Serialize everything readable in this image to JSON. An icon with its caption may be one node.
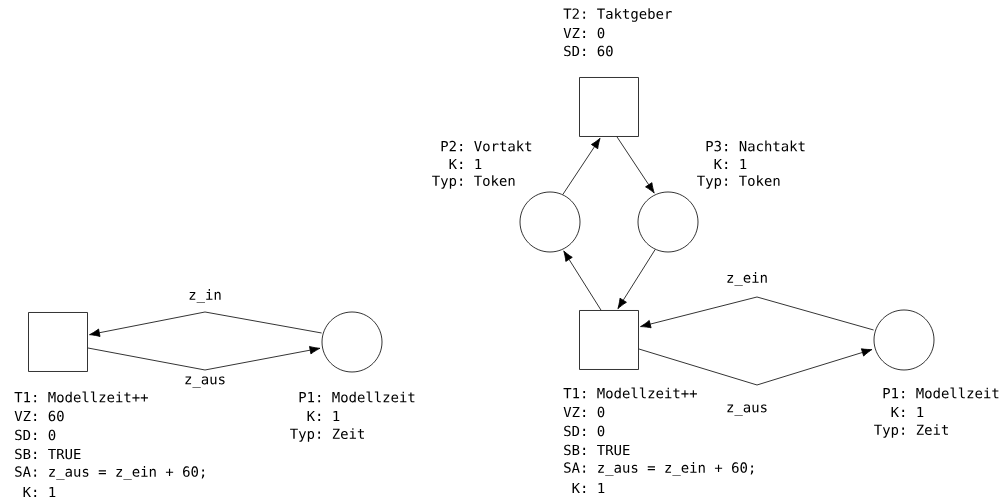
{
  "diagram": {
    "nodes": [
      {
        "text": [],
        "shape": "box",
        "beside": [
          "T1: Modellzeit++",
          "VZ: 60",
          "SD: 0",
          "SB: TRUE",
          "SA: z_aus = z_ein + 60;",
          "K: 1"
        ]
      },
      {
        "text": [],
        "shape": "circle",
        "beside": [
          "P1: Modellzeit",
          "K: 1",
          "Typ: Zeit"
        ]
      },
      {
        "text": [],
        "shape": "box",
        "beside": [
          "T2: Taktgeber",
          "VZ: 0",
          "SD: 60"
        ]
      },
      {
        "text": [],
        "shape": "circle",
        "beside": [
          "P2: Vortakt",
          "K: 1",
          "Typ: Token"
        ]
      },
      {
        "text": [],
        "shape": "circle",
        "beside": [
          "P3: Nachtakt",
          "K: 1",
          "Typ: Token"
        ]
      },
      {
        "text": [],
        "shape": "box",
        "beside": [
          "T1: Modellzeit++",
          "VZ: 0",
          "SD: 0",
          "SB: TRUE",
          "SA: z_aus = z_ein + 60;",
          "K: 1"
        ]
      },
      {
        "text": [],
        "shape": "circle",
        "beside": [
          "P1: Modellzeit",
          "K: 1",
          "Typ: Zeit"
        ]
      }
    ],
    "edges": [
      {
        "from": 1,
        "to": 0,
        "arrow": "to",
        "label": "z_in"
      },
      {
        "from": 0,
        "to": 1,
        "arrow": "to",
        "label": "z_aus"
      },
      {
        "from": 3,
        "to": 2,
        "arrow": "to"
      },
      {
        "from": 2,
        "to": 4,
        "arrow": "to"
      },
      {
        "from": 4,
        "to": 5,
        "arrow": "to"
      },
      {
        "from": 5,
        "to": 3,
        "arrow": "to"
      },
      {
        "from": 6,
        "to": 5,
        "arrow": "to",
        "label": "z_ein"
      },
      {
        "from": 5,
        "to": 6,
        "arrow": "to",
        "label": "z_aus"
      }
    ]
  }
}
